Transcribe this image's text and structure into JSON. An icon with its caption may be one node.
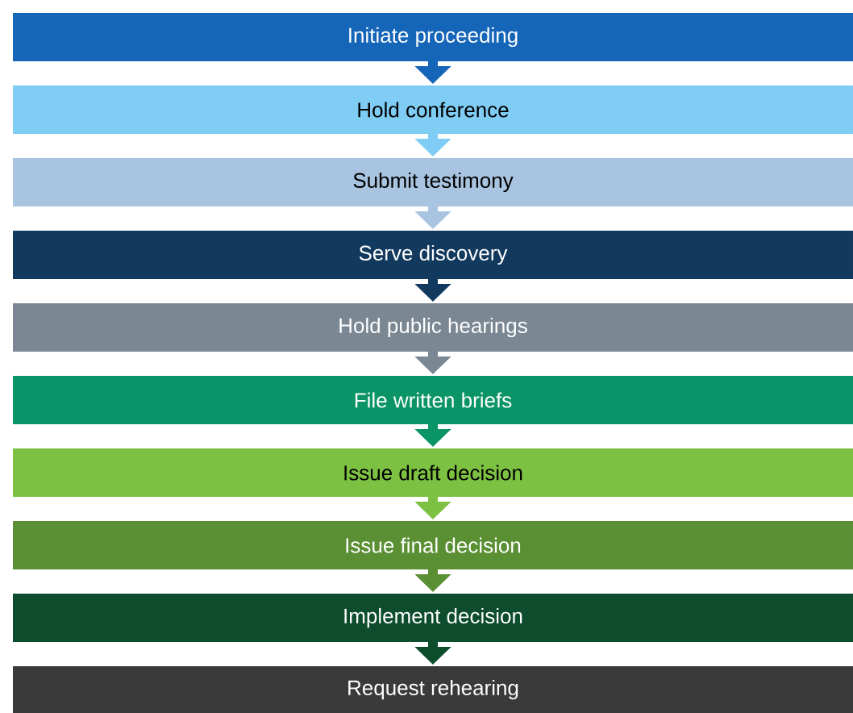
{
  "diagram": {
    "nodes": [
      {
        "text": [
          "Initiate proceeding"
        ]
      },
      {
        "text": [
          "Hold conference"
        ]
      },
      {
        "text": [
          "Submit testimony"
        ]
      },
      {
        "text": [
          "Serve discovery"
        ]
      },
      {
        "text": [
          "Hold public hearings"
        ]
      },
      {
        "text": [
          "File written briefs"
        ]
      },
      {
        "text": [
          "Issue draft decision"
        ]
      },
      {
        "text": [
          "Issue final decision"
        ]
      },
      {
        "text": [
          "Implement decision"
        ]
      },
      {
        "text": [
          "Request rehearing"
        ]
      }
    ],
    "edges": [
      {
        "from": 0,
        "to": 1,
        "arrow": "to",
        "color": "#1565b8"
      },
      {
        "from": 1,
        "to": 2,
        "arrow": "to",
        "color": "#7fcdf5"
      },
      {
        "from": 2,
        "to": 3,
        "arrow": "to",
        "color": "#a9c4e0"
      },
      {
        "from": 3,
        "to": 4,
        "arrow": "to",
        "color": "#123a5e"
      },
      {
        "from": 4,
        "to": 5,
        "arrow": "to",
        "color": "#7b8894"
      },
      {
        "from": 5,
        "to": 6,
        "arrow": "to",
        "color": "#0a9467"
      },
      {
        "from": 6,
        "to": 7,
        "arrow": "to",
        "color": "#7dc142"
      },
      {
        "from": 7,
        "to": 8,
        "arrow": "to",
        "color": "#5a8f34"
      },
      {
        "from": 8,
        "to": 9,
        "arrow": "to",
        "color": "#0d4d2e"
      }
    ]
  }
}
